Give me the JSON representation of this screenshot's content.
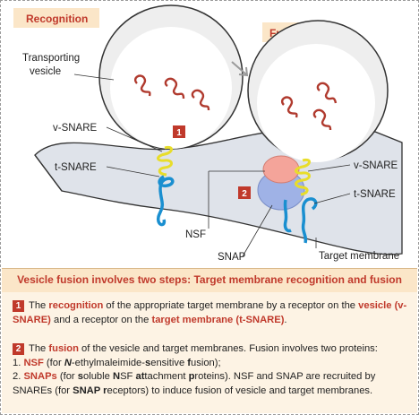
{
  "labels": {
    "recognition": "Recognition",
    "fusion": "Fusion",
    "transporting_vesicle": "Transporting\nvesicle",
    "v_snare_left": "v-SNARE",
    "t_snare_left": "t-SNARE",
    "v_snare_right": "v-SNARE",
    "t_snare_right": "t-SNARE",
    "nsf": "NSF",
    "snap": "SNAP",
    "target_membrane": "Target membrane",
    "step1_badge": "1",
    "step2_badge": "2"
  },
  "title": "Vesicle fusion involves two steps: Target membrane recognition and fusion",
  "step1": {
    "num": "1",
    "t1": "The ",
    "k1": "recognition",
    "t2": " of the appropriate target membrane by a receptor on the ",
    "k2": "vesicle (v-SNARE)",
    "t3": " and a receptor on the ",
    "k3": "target membrane (t-SNARE)",
    "t4": "."
  },
  "step2": {
    "num": "2",
    "t1": "The ",
    "k1": "fusion",
    "t2": " of the vesicle and target membranes. Fusion involves two proteins:",
    "l1_pre": "1. ",
    "l1_k": "NSF",
    "l1_a": " (for ",
    "l1_n": "N",
    "l1_b": "-ethylmaleimide-",
    "l1_s": "s",
    "l1_c": "ensitive ",
    "l1_f": "f",
    "l1_d": "usion);",
    "l2_pre": "2. ",
    "l2_k": "SNAPs",
    "l2_a": " (for ",
    "l2_s": "s",
    "l2_b": "oluble ",
    "l2_n": "N",
    "l2_c": "SF ",
    "l2_at": "at",
    "l2_d": "tachment ",
    "l2_p": "p",
    "l2_e": "roteins). NSF and SNAP are recruited by",
    "l3_a": "SNAREs (for ",
    "l3_snap": "SNAP",
    "l3_r": " r",
    "l3_b": "eceptors) to induce fusion of vesicle and target membranes."
  },
  "colors": {
    "accent_red": "#c0392b",
    "header_bg": "#fbe6c8",
    "panel_bg": "#fdf3e4",
    "membrane": "#dfe3ea",
    "vsnare": "#e8dd2a",
    "tsnare": "#1a8fd0",
    "nsf": "#f4a49a",
    "snap": "#9fb2e6"
  }
}
